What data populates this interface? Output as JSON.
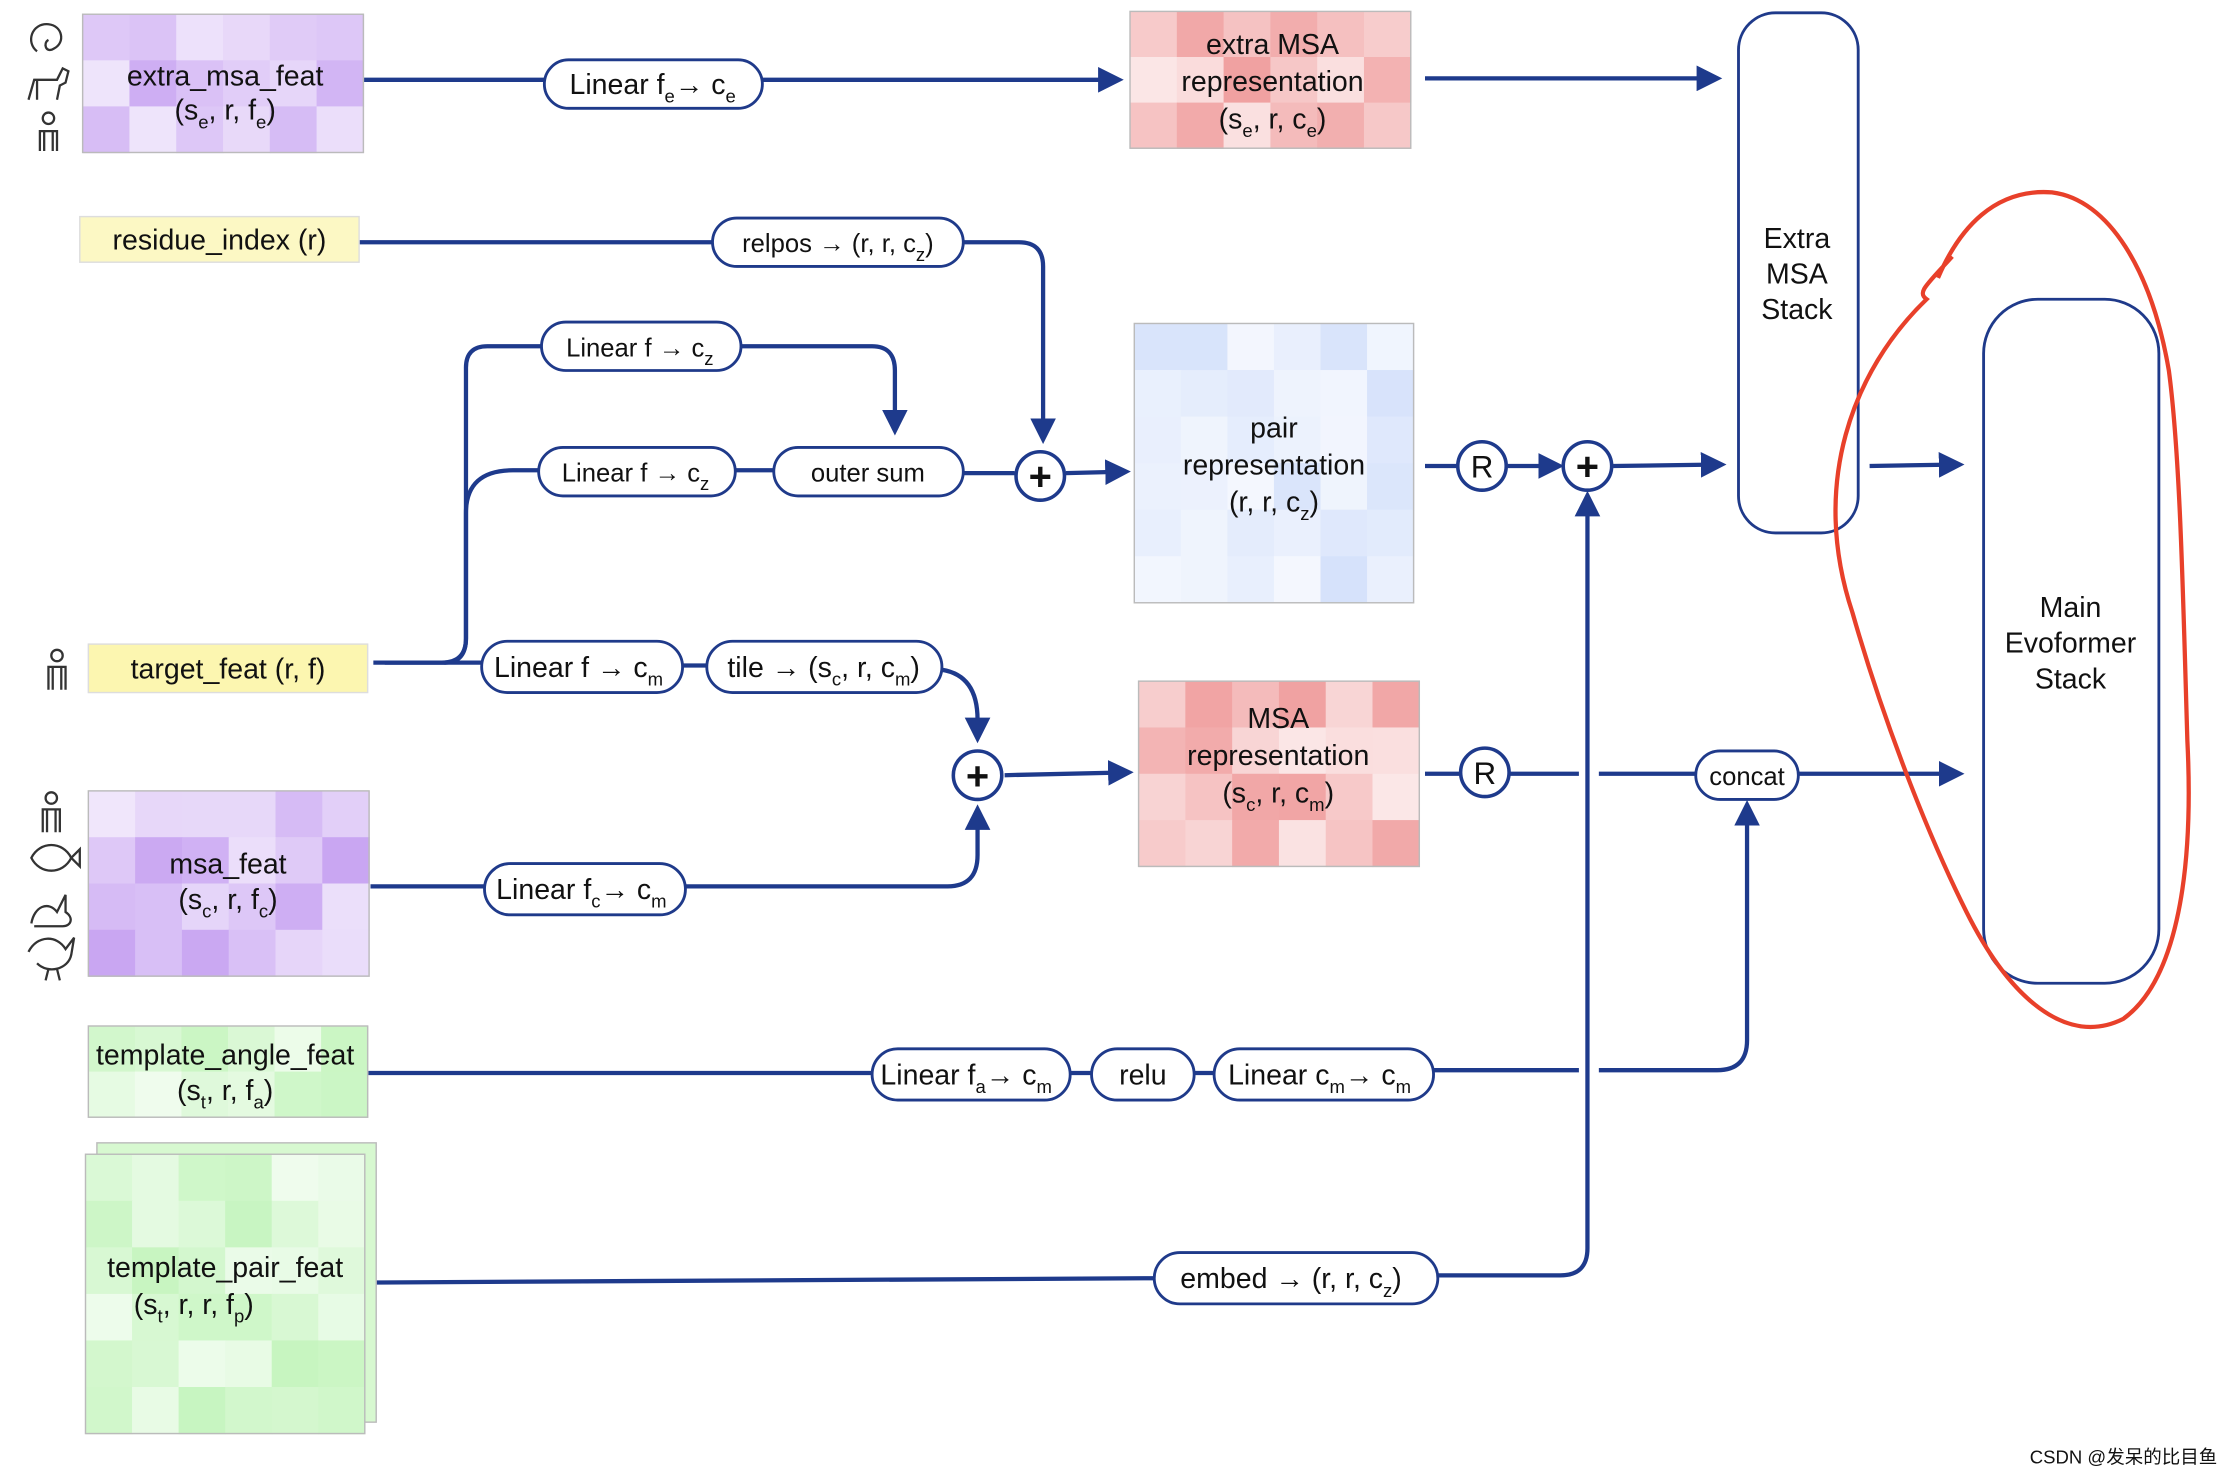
{
  "features": {
    "extra_msa_feat": {
      "name": "extra_msa_feat",
      "shape_pre": "(s",
      "shape_sub1": "e",
      "shape_mid": ", r, f",
      "shape_sub2": "e",
      "shape_post": ")"
    },
    "residue_index": {
      "name": "residue_index (r)"
    },
    "target_feat": {
      "name": "target_feat (r, f)"
    },
    "msa_feat": {
      "name": "msa_feat",
      "shape_pre": "(s",
      "shape_sub1": "c",
      "shape_mid": ", r, f",
      "shape_sub2": "c",
      "shape_post": ")"
    },
    "template_angle_feat": {
      "name": "template_angle_feat",
      "shape_pre": "(s",
      "shape_sub1": "t",
      "shape_mid": ", r, f",
      "shape_sub2": "a",
      "shape_post": ")"
    },
    "template_pair_feat": {
      "name": "template_pair_feat",
      "shape_pre": "(s",
      "shape_sub1": "t",
      "shape_mid": ", r, r, f",
      "shape_sub2": "p",
      "shape_post": ")"
    }
  },
  "ops": {
    "linear_fe_ce": {
      "pre": "Linear f",
      "sub1": "e",
      "mid": "→ c",
      "sub2": "e"
    },
    "relpos": {
      "pre": "relpos → (r, r, c",
      "sub1": "z",
      "post": ")"
    },
    "linear_f_cz_top": {
      "pre": "Linear f → c",
      "sub1": "z"
    },
    "linear_f_cz_bottom": {
      "pre": "Linear f → c",
      "sub1": "z"
    },
    "outer_sum": {
      "label": "outer sum"
    },
    "linear_f_cm": {
      "pre": "Linear f → c",
      "sub1": "m"
    },
    "tile": {
      "pre": "tile → (s",
      "sub1": "c",
      "mid": ", r, c",
      "sub2": "m",
      "post": ")"
    },
    "linear_fc_cm": {
      "pre": "Linear f",
      "sub1": "c",
      "mid": "→ c",
      "sub2": "m"
    },
    "linear_fa_cm": {
      "pre": "Linear f",
      "sub1": "a",
      "mid": "→ c",
      "sub2": "m"
    },
    "relu": {
      "label": "relu"
    },
    "linear_cm_cm": {
      "pre": "Linear c",
      "sub1": "m",
      "mid": "→ c",
      "sub2": "m"
    },
    "embed": {
      "pre": "embed → (r, r, c",
      "sub1": "z",
      "post": ")"
    },
    "concat": {
      "label": "concat"
    },
    "plus_symbol": "+",
    "recycle_symbol": "R"
  },
  "representations": {
    "extra_msa": {
      "line1": "extra MSA",
      "line2": "representation",
      "pre": "(s",
      "sub1": "e",
      "mid": ", r, c",
      "sub2": "e",
      "post": ")"
    },
    "pair": {
      "line1": "pair",
      "line2": "representation",
      "pre": "(r, r, c",
      "sub1": "z",
      "post": ")"
    },
    "msa": {
      "line1": "MSA",
      "line2": "representation",
      "pre": "(s",
      "sub1": "c",
      "mid": ", r, c",
      "sub2": "m",
      "post": ")"
    }
  },
  "stacks": {
    "extra_msa_stack": {
      "line1": "Extra",
      "line2": "MSA",
      "line3": "Stack"
    },
    "main_evoformer": {
      "line1": "Main",
      "line2": "Evoformer",
      "line3": "Stack"
    }
  },
  "watermark": "CSDN @发呆的比目鱼",
  "colors": {
    "edge": "#1e3a8c",
    "highlight": "#e8402a",
    "purple": "#c9a6f2",
    "red": "#f0a0a0",
    "blue": "#d6e2fb",
    "green": "#c6f5bf",
    "yellow": "#fdf6b8"
  }
}
